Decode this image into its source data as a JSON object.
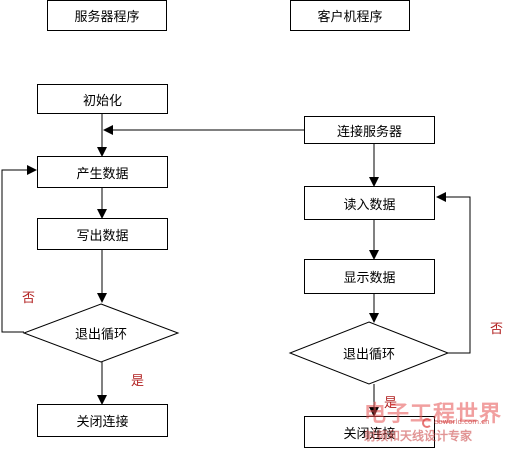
{
  "headers": {
    "server": "服务器程序",
    "client": "客户机程序"
  },
  "server_flow": {
    "init": "初始化",
    "generate": "产生数据",
    "write": "写出数据",
    "exit_loop": "退出循环",
    "close": "关闭连接"
  },
  "client_flow": {
    "connect": "连接服务器",
    "read": "读入数据",
    "display": "显示数据",
    "exit_loop": "退出循环",
    "close": "关闭连接"
  },
  "edge_labels": {
    "server_no": "否",
    "server_yes": "是",
    "client_no": "否",
    "client_yes": "是"
  },
  "watermark": {
    "brand": "电子工程世界",
    "url": "eeworld.com.cn",
    "slogan": "射频和天线设计专家"
  },
  "colors": {
    "line": "#000000",
    "edge_label": "#b22222",
    "watermark": "#e05050"
  }
}
